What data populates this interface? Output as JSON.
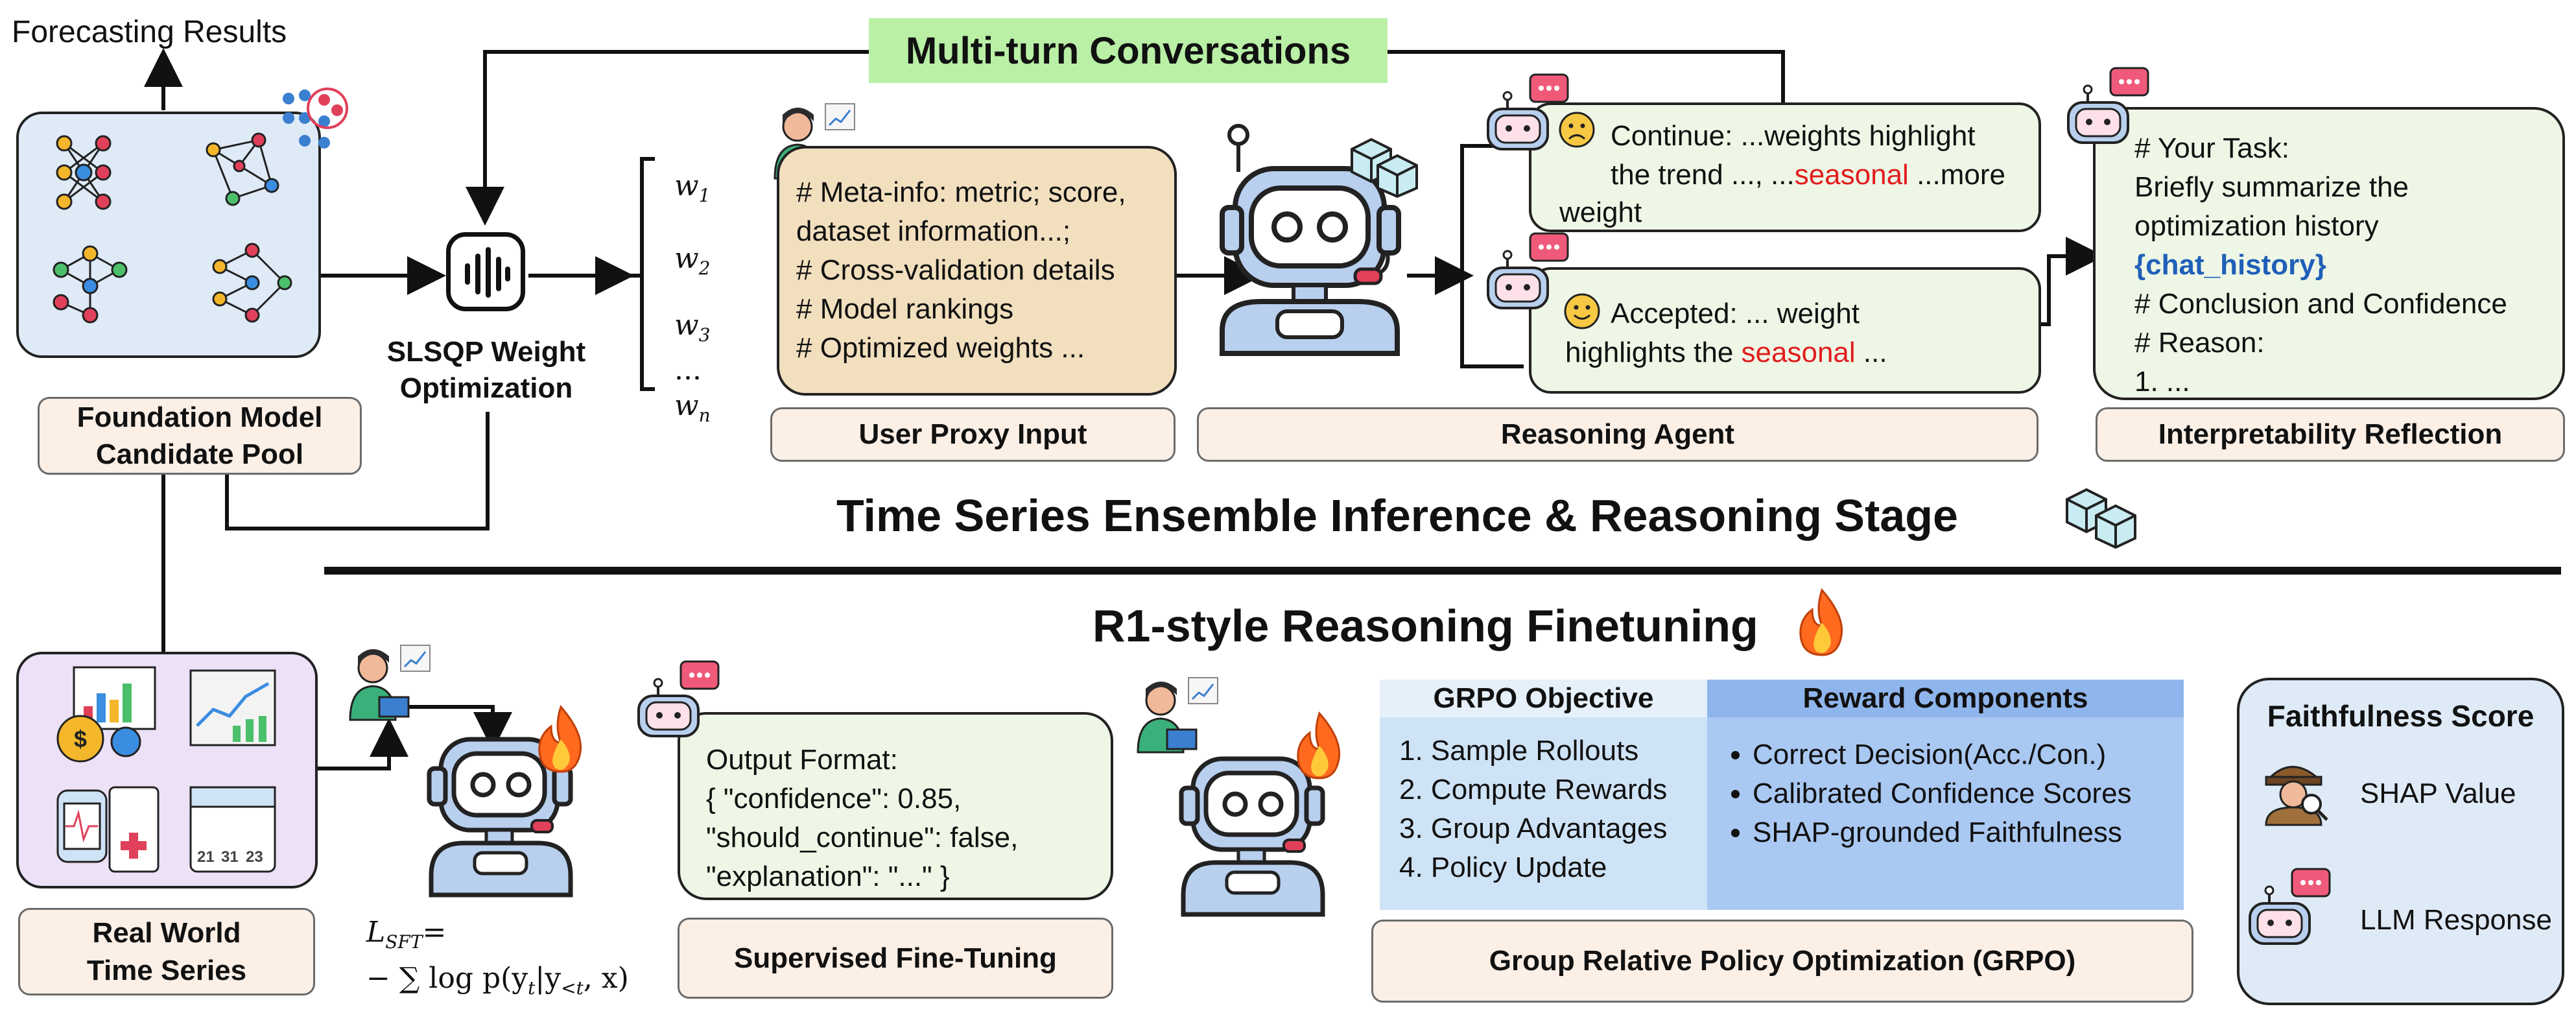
{
  "top_left": {
    "forecasting_results": "Forecasting Results",
    "pool_label_line1": "Foundation Model",
    "pool_label_line2": "Candidate Pool",
    "slsqp_line1": "SLSQP  Weight",
    "slsqp_line2": "Optimization",
    "weights": [
      "w",
      "w",
      "w",
      "...",
      "w"
    ],
    "weight_subs": [
      "1",
      "2",
      "3",
      "",
      "n"
    ]
  },
  "multi_turn": {
    "title": "Multi-turn Conversations",
    "title_bg": "#b9f0a6"
  },
  "user_proxy": {
    "lines": [
      "# Meta-info: metric; score,",
      "dataset information...;",
      "# Cross-validation details",
      "# Model rankings",
      "# Optimized weights ..."
    ],
    "label": "User Proxy Input"
  },
  "reasoning_agent": {
    "label": "Reasoning Agent",
    "continue_p1": "Continue: ...weights highlight",
    "continue_p2a": "the trend ..., ...",
    "continue_red": "seasonal",
    "continue_p2b": " ...more",
    "continue_p3": "weight",
    "accepted_p1": "Accepted: ... weight",
    "accepted_p2a": "highlights the ",
    "accepted_red": "seasonal",
    "accepted_p2b": " ..."
  },
  "reflection": {
    "lines": [
      "# Your Task:",
      "Briefly summarize the",
      "optimization history"
    ],
    "highlight": "{chat_history}",
    "lines2": [
      "# Conclusion and Confidence",
      "# Reason:",
      "1. ..."
    ],
    "label": "Interpretability Reflection"
  },
  "stage_title": "Time Series Ensemble Inference & Reasoning Stage",
  "finetune_title": "R1-style Reasoning Finetuning",
  "real_world": {
    "label_line1": "Real World",
    "label_line2": "Time Series"
  },
  "sft": {
    "loss_line1": "L",
    "loss_sub": "SFT",
    "loss_eq": "=",
    "loss_line2": "− ∑ log p(y",
    "loss_t": "t",
    "loss_mid": "|y",
    "loss_lt": "<t",
    "loss_end": ", x)",
    "output_lines": [
      "Output Format:",
      "{ \"confidence\": 0.85,",
      "\"should_continue\": false,",
      "\"explanation\": \"...\" }"
    ],
    "label": "Supervised Fine-Tuning"
  },
  "grpo": {
    "objective_title": "GRPO Objective",
    "objective_items": [
      "1. Sample Rollouts",
      "2. Compute Rewards",
      "3. Group Advantages",
      "4. Policy Update"
    ],
    "reward_title": "Reward Components",
    "reward_items": [
      "Correct Decision(Acc./Con.)",
      "Calibrated Confidence Scores",
      "SHAP-grounded Faithfulness"
    ],
    "label": "Group Relative Policy Optimization (GRPO)"
  },
  "faithfulness": {
    "title": "Faithfulness Score",
    "shap": "SHAP Value",
    "llm": "LLM Response"
  },
  "colors": {
    "label_bg": "#fbefe6",
    "green_box": "#eef6e6",
    "tan_box": "#f1dfbe",
    "blue_box": "#dfeaf7",
    "purple_box": "#ece1f6",
    "grpo_left": "#cfe3f7",
    "grpo_right": "#a9c8f2",
    "red_text": "#e11d1d",
    "blue_text": "#1f5fb8"
  },
  "icons": [
    "neural-network-icon",
    "waveform-icon",
    "robot-icon",
    "user-laptop-icon",
    "chat-bubble-icon",
    "fire-icon",
    "cube-icon",
    "detective-icon",
    "smiley-icon",
    "frown-icon",
    "dashboard-icon"
  ]
}
